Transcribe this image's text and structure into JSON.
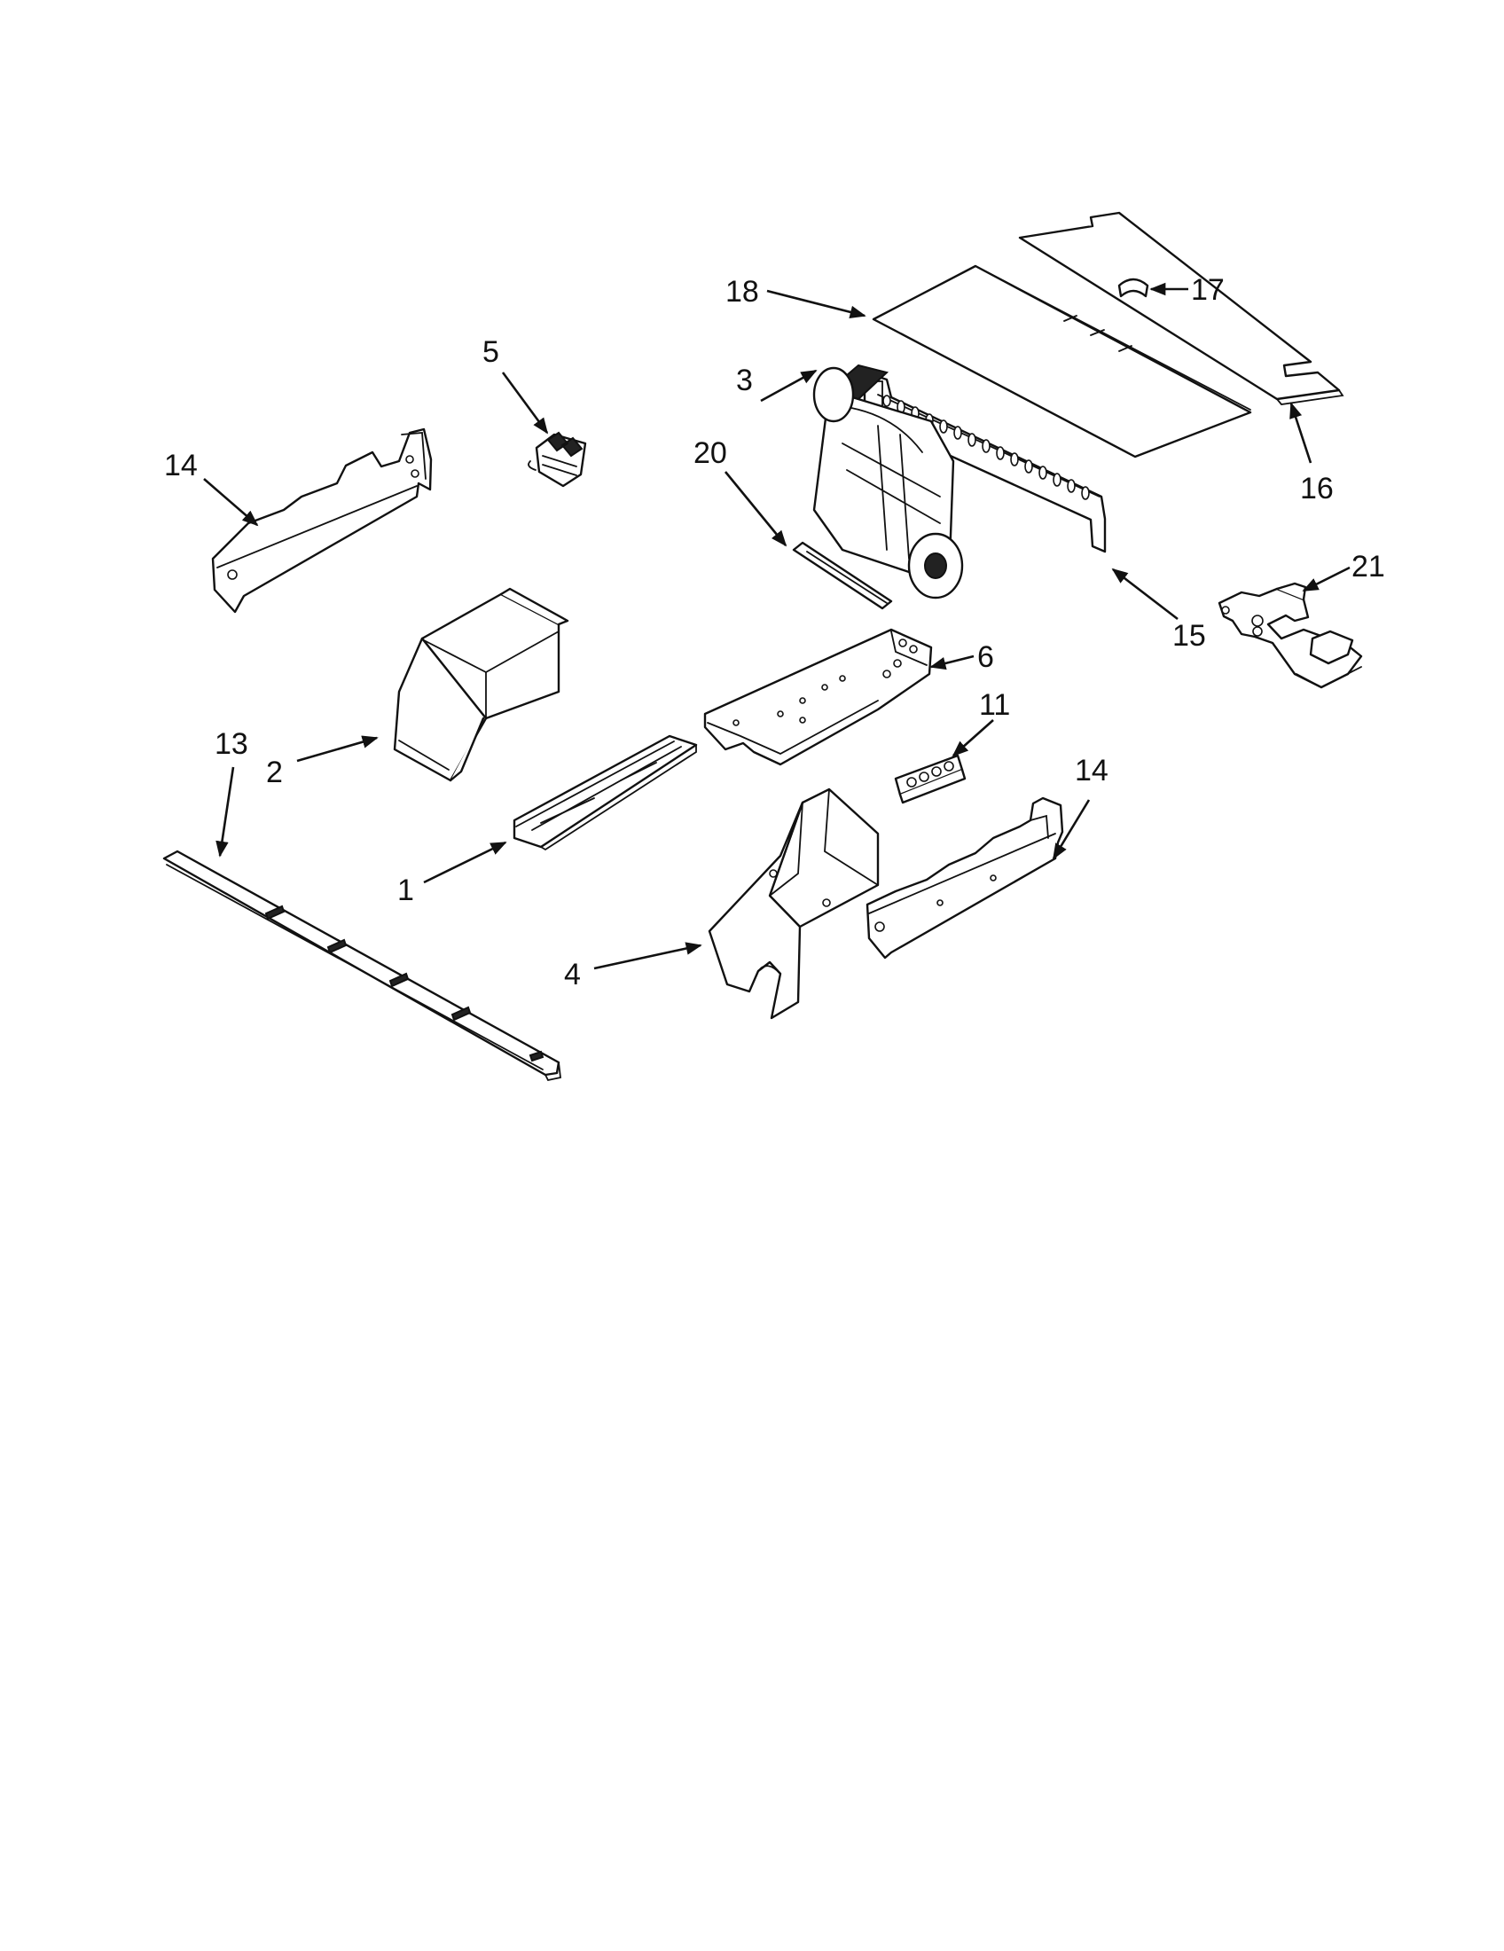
{
  "diagram": {
    "callouts": {
      "c1": "1",
      "c2": "2",
      "c3": "3",
      "c4": "4",
      "c5": "5",
      "c6": "6",
      "c11": "11",
      "c13": "13",
      "c14a": "14",
      "c14b": "14",
      "c15": "15",
      "c16": "16",
      "c17": "17",
      "c18": "18",
      "c20": "20",
      "c21": "21"
    }
  }
}
